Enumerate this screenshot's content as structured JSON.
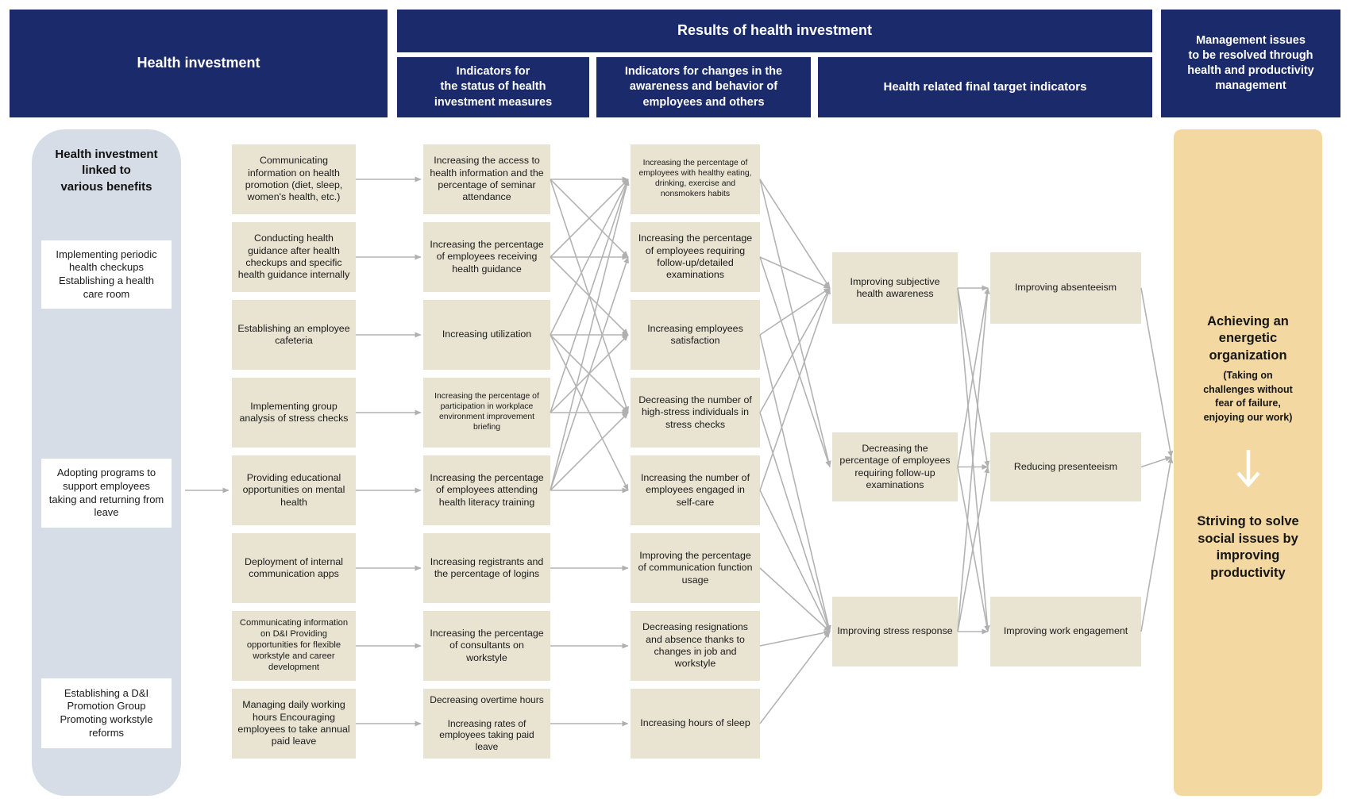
{
  "header": {
    "health_investment": "Health investment",
    "results": "Results of health investment",
    "sub_status": "Indicators for\nthe status of health\ninvestment measures",
    "sub_awareness": "Indicators for changes in the\nawareness and behavior of\nemployees and others",
    "sub_final": "Health related final target indicators",
    "management": "Management issues\nto be resolved through\nhealth and productivity\nmanagement"
  },
  "left_panel": {
    "heading": "Health investment\nlinked to\nvarious benefits",
    "items": [
      "Implementing periodic health checkups Establishing a health care room",
      "Adopting programs to support employees taking and returning from leave",
      "Establishing a D&I Promotion Group Promoting workstyle reforms"
    ]
  },
  "columns": {
    "measures": {
      "items": [
        "Communicating information on health promotion (diet, sleep, women's health, etc.)",
        "Conducting health guidance after health checkups and specific health guidance internally",
        "Establishing an employee cafeteria",
        "Implementing group analysis of stress checks",
        "Providing educational opportunities on mental health",
        "Deployment of internal communication apps",
        "Communicating information on D&I Providing opportunities for flexible workstyle and career development",
        "Managing daily working hours Encouraging employees to take annual paid leave"
      ]
    },
    "status_indicators": {
      "items": [
        "Increasing the access to health information and the percentage of seminar attendance",
        "Increasing the percentage of employees receiving health guidance",
        "Increasing utilization",
        "Increasing the percentage of participation in workplace environment improvement briefing",
        "Increasing the percentage of employees attending health literacy training",
        "Increasing registrants and the percentage of logins",
        "Increasing the percentage of consultants on workstyle",
        "Decreasing overtime hours\n\nIncreasing rates of employees taking paid leave"
      ]
    },
    "awareness_indicators": {
      "items": [
        "Increasing the percentage of employees with healthy eating, drinking, exercise and nonsmokers habits",
        "Increasing the percentage of employees requiring follow-up/detailed examinations",
        "Increasing employees satisfaction",
        "Decreasing the number of high-stress individuals in stress checks",
        "Increasing the number of employees engaged in self-care",
        "Improving the percentage of communication function usage",
        "Decreasing resignations and absence thanks to changes in job and workstyle",
        "Increasing hours of sleep"
      ]
    },
    "final_indicators": {
      "items": [
        "Improving subjective health awareness",
        "Decreasing the percentage of employees requiring follow-up examinations",
        "Improving stress response"
      ]
    },
    "outcome_indicators": {
      "items": [
        "Improving absenteeism",
        "Reducing presenteeism",
        "Improving work engagement"
      ]
    }
  },
  "right_panel": {
    "goal_title": "Achieving an\nenergetic\norganization",
    "goal_sub": "(Taking on\nchallenges without\nfear of failure,\nenjoying our work)",
    "goal_bottom": "Striving to solve\nsocial issues by\nimproving\nproductivity",
    "arrow_icon": "down-arrow-icon"
  },
  "edges": {
    "c1_c2": [
      [
        2,
        5
      ]
    ],
    "c2_c3": [
      [
        1,
        1
      ],
      [
        2,
        2
      ],
      [
        3,
        3
      ],
      [
        4,
        4
      ],
      [
        5,
        5
      ],
      [
        6,
        6
      ],
      [
        7,
        7
      ],
      [
        8,
        8
      ]
    ],
    "c3_c4": [
      [
        1,
        1
      ],
      [
        1,
        2
      ],
      [
        1,
        4
      ],
      [
        2,
        1
      ],
      [
        2,
        2
      ],
      [
        2,
        3
      ],
      [
        3,
        1
      ],
      [
        3,
        3
      ],
      [
        3,
        4
      ],
      [
        3,
        5
      ],
      [
        4,
        1
      ],
      [
        4,
        3
      ],
      [
        4,
        4
      ],
      [
        5,
        1
      ],
      [
        5,
        2
      ],
      [
        5,
        4
      ],
      [
        5,
        5
      ],
      [
        6,
        6
      ],
      [
        7,
        7
      ],
      [
        8,
        8
      ]
    ],
    "c4_c5": [
      [
        1,
        1
      ],
      [
        1,
        2
      ],
      [
        2,
        1
      ],
      [
        2,
        2
      ],
      [
        3,
        1
      ],
      [
        3,
        3
      ],
      [
        4,
        1
      ],
      [
        4,
        3
      ],
      [
        5,
        1
      ],
      [
        5,
        3
      ],
      [
        6,
        3
      ],
      [
        7,
        3
      ],
      [
        8,
        3
      ]
    ],
    "c5_c6": [
      [
        1,
        1
      ],
      [
        1,
        2
      ],
      [
        1,
        3
      ],
      [
        2,
        1
      ],
      [
        2,
        2
      ],
      [
        2,
        3
      ],
      [
        3,
        1
      ],
      [
        3,
        2
      ],
      [
        3,
        3
      ]
    ],
    "c6_goal": [
      [
        1
      ],
      [
        2
      ],
      [
        3
      ]
    ]
  },
  "colors": {
    "navy": "#1b2a6b",
    "beige": "#e9e4d2",
    "panel_gray": "#d7dde6",
    "panel_orange": "#f4d8a1",
    "arrow": "#b3b3b3"
  }
}
